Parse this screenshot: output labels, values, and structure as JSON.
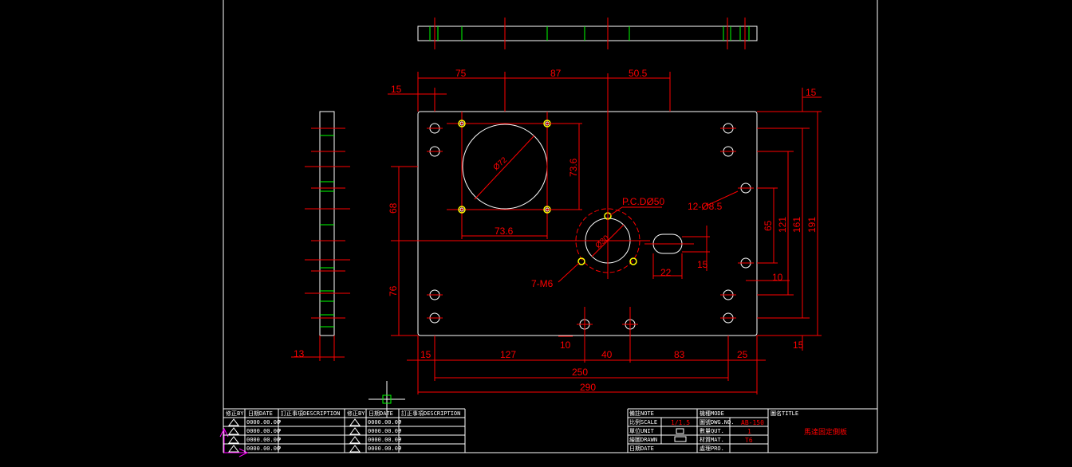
{
  "colors": {
    "background": "#000000",
    "outline": "#ffffff",
    "dimension": "#ff0000",
    "hidden": "#00ff00",
    "hole": "#ffff00",
    "cursor": "#00ff00",
    "ucs": "#ff00ff"
  },
  "dims": {
    "top_75": "75",
    "top_87": "87",
    "top_505": "50.5",
    "left_15": "15",
    "right_15_top": "15",
    "side_68": "68",
    "side_76": "76",
    "d_736_v": "73.6",
    "d_736_h": "73.6",
    "dia_72": "Ø72",
    "pcd": "P.C.DØ50",
    "dia_30": "Ø30",
    "m6": "7-M6",
    "holes": "12-Ø8.5",
    "slot_22": "22",
    "slot_15": "15",
    "r_65": "65",
    "r_121": "121",
    "r_161": "161",
    "r_191": "191",
    "r_10": "10",
    "r_15_bot": "15",
    "b_10": "10",
    "b_15": "15",
    "b_127": "127",
    "b_40": "40",
    "b_83": "83",
    "b_25": "25",
    "b_250": "250",
    "b_290": "290",
    "side_13": "13"
  },
  "title_block": {
    "rev_headers": [
      "修正BY",
      "日期DATE",
      "訂正事項DESCRIPTION",
      "修正BY",
      "日期DATE",
      "訂正事項DESCRIPTION"
    ],
    "rev_rows": [
      {
        "date": "0000.00.00",
        "mark": "P"
      },
      {
        "date": "0000.00.00",
        "mark": "P"
      },
      {
        "date": "0000.00.00",
        "mark": "P"
      },
      {
        "date": "0000.00.00",
        "mark": "P"
      }
    ],
    "note_label": "備註NOTE",
    "scale_label": "比例SCALE",
    "scale_value": "1/1.5",
    "unit_label": "單位UNIT",
    "drawn_label": "繪圖DRAWN",
    "date_label": "日期DATE",
    "model_label": "機種MODE",
    "dwg_label": "圖號DWG.NO.",
    "dwg_value": "AB-150",
    "qty_label": "數量QUT.",
    "qty_value": "1",
    "mat_label": "材質MAT.",
    "mat_value": "T6",
    "pro_label": "處理PRO.",
    "title_label": "圖名TITLE",
    "title_value": "馬達固定側板"
  }
}
